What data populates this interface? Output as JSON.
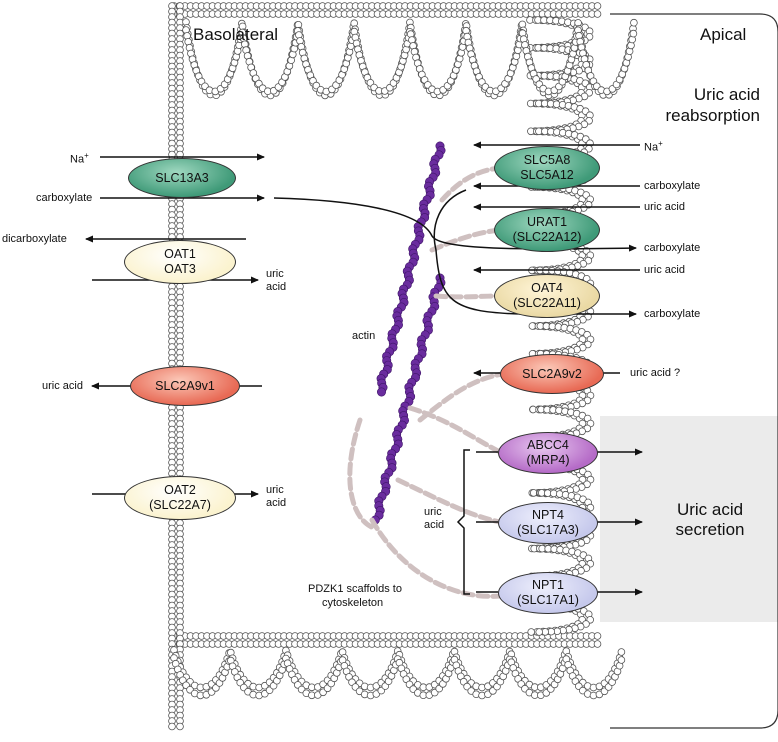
{
  "labels": {
    "basolateral": "Basolateral",
    "apical": "Apical",
    "reabsorption_line1": "Uric acid",
    "reabsorption_line2": "reabsorption",
    "secretion_line1": "Uric acid",
    "secretion_line2": "secretion",
    "actin": "actin",
    "pdzk1_line1": "PDZK1 scaffolds to",
    "pdzk1_line2": "cytoskeleton",
    "uric_acid_group_line1": "uric",
    "uric_acid_group_line2": "acid"
  },
  "transporters": [
    {
      "id": "slc13a3",
      "line1": "SLC13A3",
      "line2": "",
      "color": "#3f9a78"
    },
    {
      "id": "oat1-oat3",
      "line1": "OAT1",
      "line2": "OAT3",
      "color": "#fbf3cf"
    },
    {
      "id": "slc2a9v1",
      "line1": "SLC2A9v1",
      "line2": "",
      "color": "#e86a55"
    },
    {
      "id": "oat2",
      "line1": "OAT2",
      "line2": "(SLC22A7)",
      "color": "#fbf3cf"
    },
    {
      "id": "slc5a8",
      "line1": "SLC5A8",
      "line2": "SLC5A12",
      "color": "#3f9a78"
    },
    {
      "id": "urat1",
      "line1": "URAT1",
      "line2": "(SLC22A12)",
      "color": "#3f9a78"
    },
    {
      "id": "oat4",
      "line1": "OAT4",
      "line2": "(SLC22A11)",
      "color": "#ead9a4"
    },
    {
      "id": "slc2a9v2",
      "line1": "SLC2A9v2",
      "line2": "",
      "color": "#e86a55"
    },
    {
      "id": "abcc4",
      "line1": "ABCC4",
      "line2": "(MRP4)",
      "color": "#b56bc7"
    },
    {
      "id": "npt4",
      "line1": "NPT4",
      "line2": "(SLC17A3)",
      "color": "#c6c9ec"
    },
    {
      "id": "npt1",
      "line1": "NPT1",
      "line2": "(SLC17A1)",
      "color": "#c6c9ec"
    }
  ],
  "substrates": {
    "na_left": "Na",
    "na_sup": "+",
    "carboxylate_left": "carboxylate",
    "dicarboxylate": "dicarboxylate",
    "uric_acid_oat1_l1": "uric",
    "uric_acid_oat1_l2": "acid",
    "uric_acid_slc2a9v1": "uric acid",
    "uric_acid_oat2_l1": "uric",
    "uric_acid_oat2_l2": "acid",
    "na_right": "Na",
    "na_right_sup": "+",
    "carboxylate_r1": "carboxylate",
    "uric_acid_r1": "uric acid",
    "carboxylate_r2": "carboxylate",
    "uric_acid_r2": "uric acid",
    "carboxylate_r3": "carboxylate",
    "uric_acid_q": "uric acid ?"
  },
  "colors": {
    "membrane": "#555555",
    "secretion_bg": "#ebebeb",
    "actin": "#6a2c9e",
    "pdzk1": "#cfc0c0"
  }
}
